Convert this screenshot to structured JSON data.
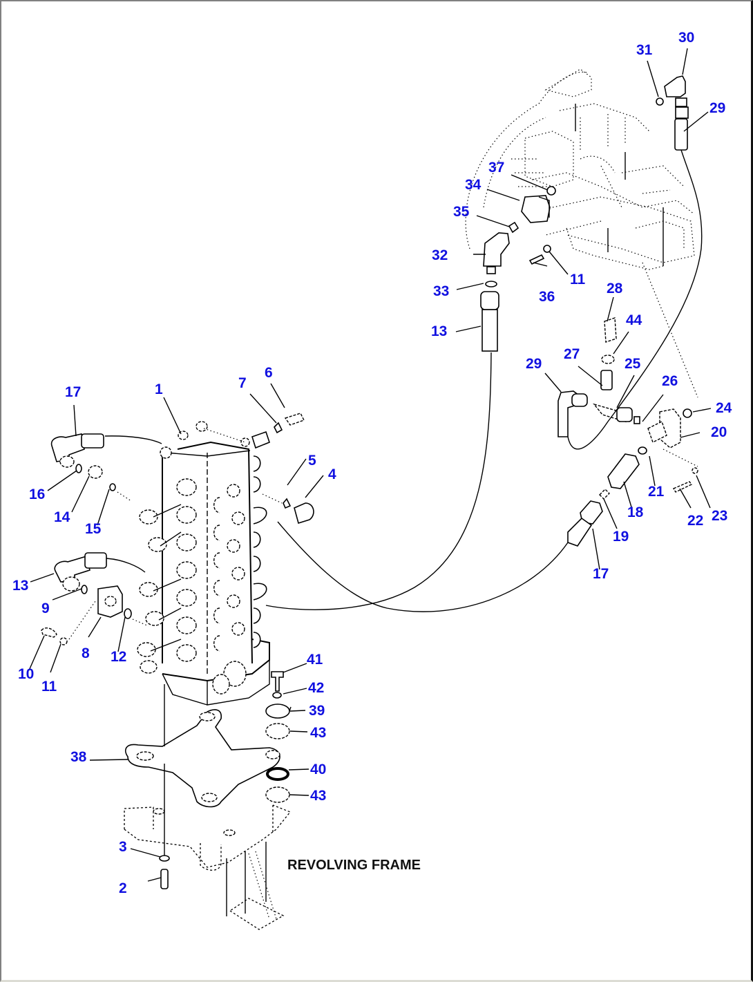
{
  "diagram": {
    "title_caption": "REVOLVING FRAME",
    "callout_color": "#1010e0",
    "line_color": "#000000",
    "callouts": [
      {
        "id": "c1",
        "label": "1"
      },
      {
        "id": "c2",
        "label": "2"
      },
      {
        "id": "c3",
        "label": "3"
      },
      {
        "id": "c4",
        "label": "4"
      },
      {
        "id": "c5",
        "label": "5"
      },
      {
        "id": "c6",
        "label": "6"
      },
      {
        "id": "c7",
        "label": "7"
      },
      {
        "id": "c8",
        "label": "8"
      },
      {
        "id": "c9",
        "label": "9"
      },
      {
        "id": "c10",
        "label": "10"
      },
      {
        "id": "c11a",
        "label": "11"
      },
      {
        "id": "c11b",
        "label": "11"
      },
      {
        "id": "c12",
        "label": "12"
      },
      {
        "id": "c13a",
        "label": "13"
      },
      {
        "id": "c13b",
        "label": "13"
      },
      {
        "id": "c14",
        "label": "14"
      },
      {
        "id": "c15",
        "label": "15"
      },
      {
        "id": "c16",
        "label": "16"
      },
      {
        "id": "c17a",
        "label": "17"
      },
      {
        "id": "c17b",
        "label": "17"
      },
      {
        "id": "c18",
        "label": "18"
      },
      {
        "id": "c19",
        "label": "19"
      },
      {
        "id": "c20",
        "label": "20"
      },
      {
        "id": "c21",
        "label": "21"
      },
      {
        "id": "c22",
        "label": "22"
      },
      {
        "id": "c23",
        "label": "23"
      },
      {
        "id": "c24",
        "label": "24"
      },
      {
        "id": "c25",
        "label": "25"
      },
      {
        "id": "c26",
        "label": "26"
      },
      {
        "id": "c27",
        "label": "27"
      },
      {
        "id": "c28",
        "label": "28"
      },
      {
        "id": "c29a",
        "label": "29"
      },
      {
        "id": "c29b",
        "label": "29"
      },
      {
        "id": "c30",
        "label": "30"
      },
      {
        "id": "c31",
        "label": "31"
      },
      {
        "id": "c32",
        "label": "32"
      },
      {
        "id": "c33",
        "label": "33"
      },
      {
        "id": "c34",
        "label": "34"
      },
      {
        "id": "c35",
        "label": "35"
      },
      {
        "id": "c36",
        "label": "36"
      },
      {
        "id": "c37",
        "label": "37"
      },
      {
        "id": "c38",
        "label": "38"
      },
      {
        "id": "c39",
        "label": "39"
      },
      {
        "id": "c40",
        "label": "40"
      },
      {
        "id": "c41",
        "label": "41"
      },
      {
        "id": "c42",
        "label": "42"
      },
      {
        "id": "c43a",
        "label": "43"
      },
      {
        "id": "c43b",
        "label": "43"
      },
      {
        "id": "c44",
        "label": "44"
      }
    ]
  }
}
